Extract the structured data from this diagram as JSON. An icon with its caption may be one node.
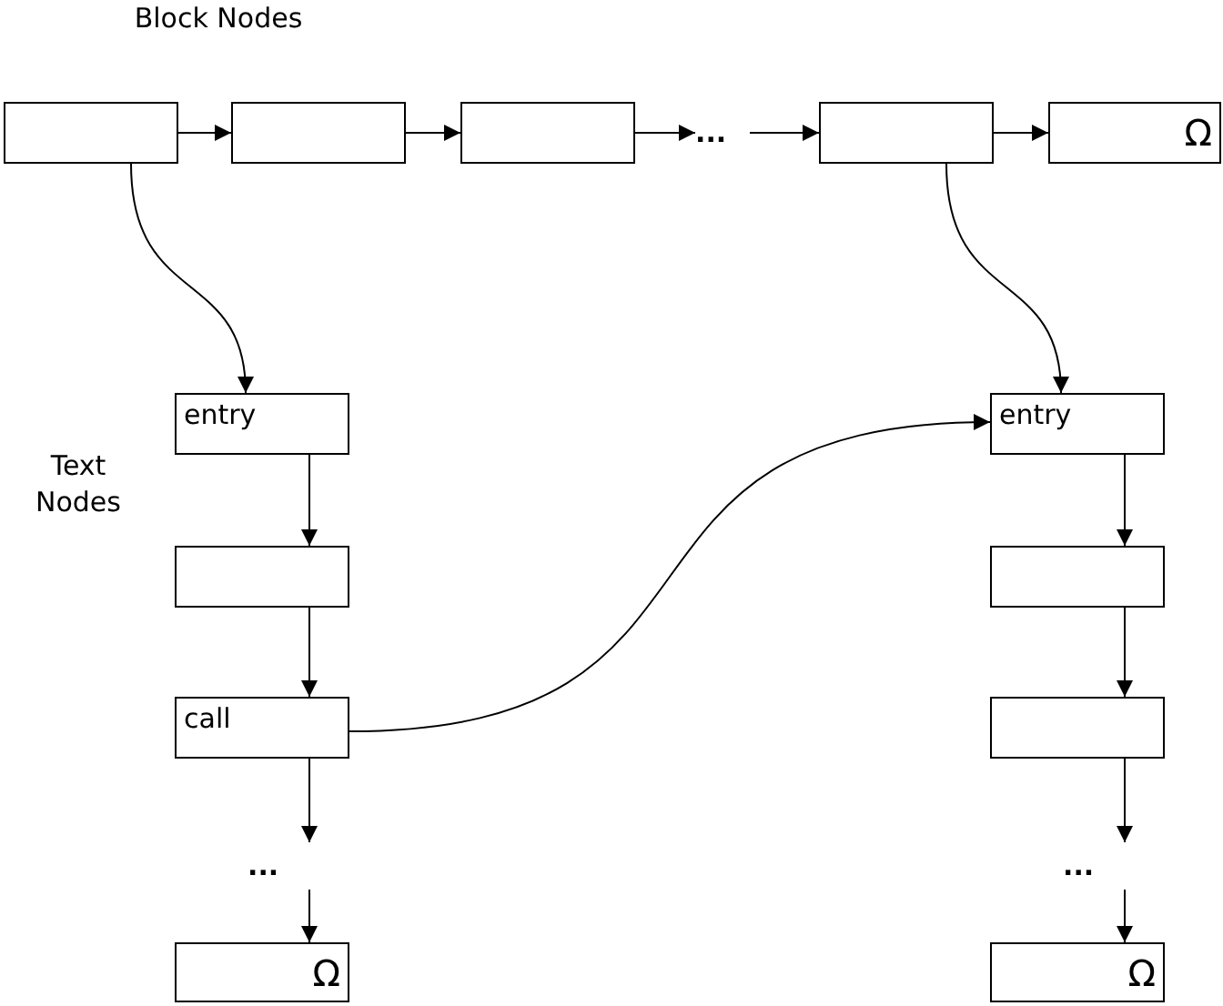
{
  "diagram": {
    "nodes": [
      {
        "text": [],
        "shape": "box"
      },
      {
        "text": [],
        "shape": "box"
      },
      {
        "text": [],
        "shape": "box"
      },
      {
        "text": [
          "..."
        ]
      },
      {
        "text": [],
        "shape": "box"
      },
      {
        "text": [
          "Ω"
        ]
      },
      {
        "text": [
          "entry"
        ]
      },
      {
        "text": [],
        "shape": "box"
      },
      {
        "text": [
          "call"
        ]
      },
      {
        "text": [
          "..."
        ]
      },
      {
        "text": [
          "Ω"
        ]
      },
      {
        "text": [
          "entry"
        ]
      },
      {
        "text": [],
        "shape": "box"
      },
      {
        "text": [],
        "shape": "box"
      },
      {
        "text": [
          "..."
        ]
      },
      {
        "text": [
          "Ω"
        ]
      }
    ],
    "edges": [
      {
        "from": 0,
        "to": 1,
        "arrow": "to"
      },
      {
        "from": 1,
        "to": 2,
        "arrow": "to"
      },
      {
        "from": 2,
        "to": 3,
        "arrow": "to"
      },
      {
        "from": 3,
        "to": 4,
        "arrow": "to"
      },
      {
        "from": 4,
        "to": 5,
        "arrow": "to"
      },
      {
        "from": 0,
        "to": 6,
        "arrow": "to"
      },
      {
        "from": 4,
        "to": 11,
        "arrow": "to"
      },
      {
        "from": 6,
        "to": 7,
        "arrow": "to"
      },
      {
        "from": 7,
        "to": 8,
        "arrow": "to"
      },
      {
        "from": 8,
        "to": 9,
        "arrow": "to"
      },
      {
        "from": 9,
        "to": 10,
        "arrow": "to"
      },
      {
        "from": 8,
        "to": 11,
        "arrow": "to"
      },
      {
        "from": 11,
        "to": 12,
        "arrow": "to"
      },
      {
        "from": 12,
        "to": 13,
        "arrow": "to"
      },
      {
        "from": 13,
        "to": 14,
        "arrow": "to"
      },
      {
        "from": 14,
        "to": 15,
        "arrow": "to"
      }
    ],
    "labels": [
      "Block Nodes",
      "Text Nodes"
    ]
  }
}
